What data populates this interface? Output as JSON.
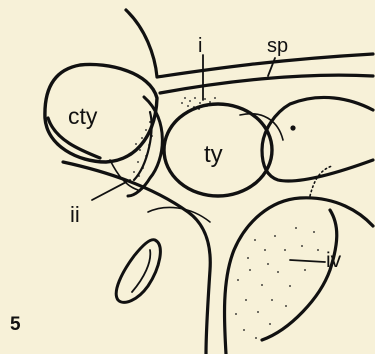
{
  "figure": {
    "number": "5",
    "labels": {
      "cty": "cty",
      "ty": "ty",
      "i": "i",
      "ii": "ii",
      "sp": "sp",
      "iv": "iv"
    }
  },
  "colors": {
    "background": "#f7f1d8",
    "ink": "#111111"
  }
}
